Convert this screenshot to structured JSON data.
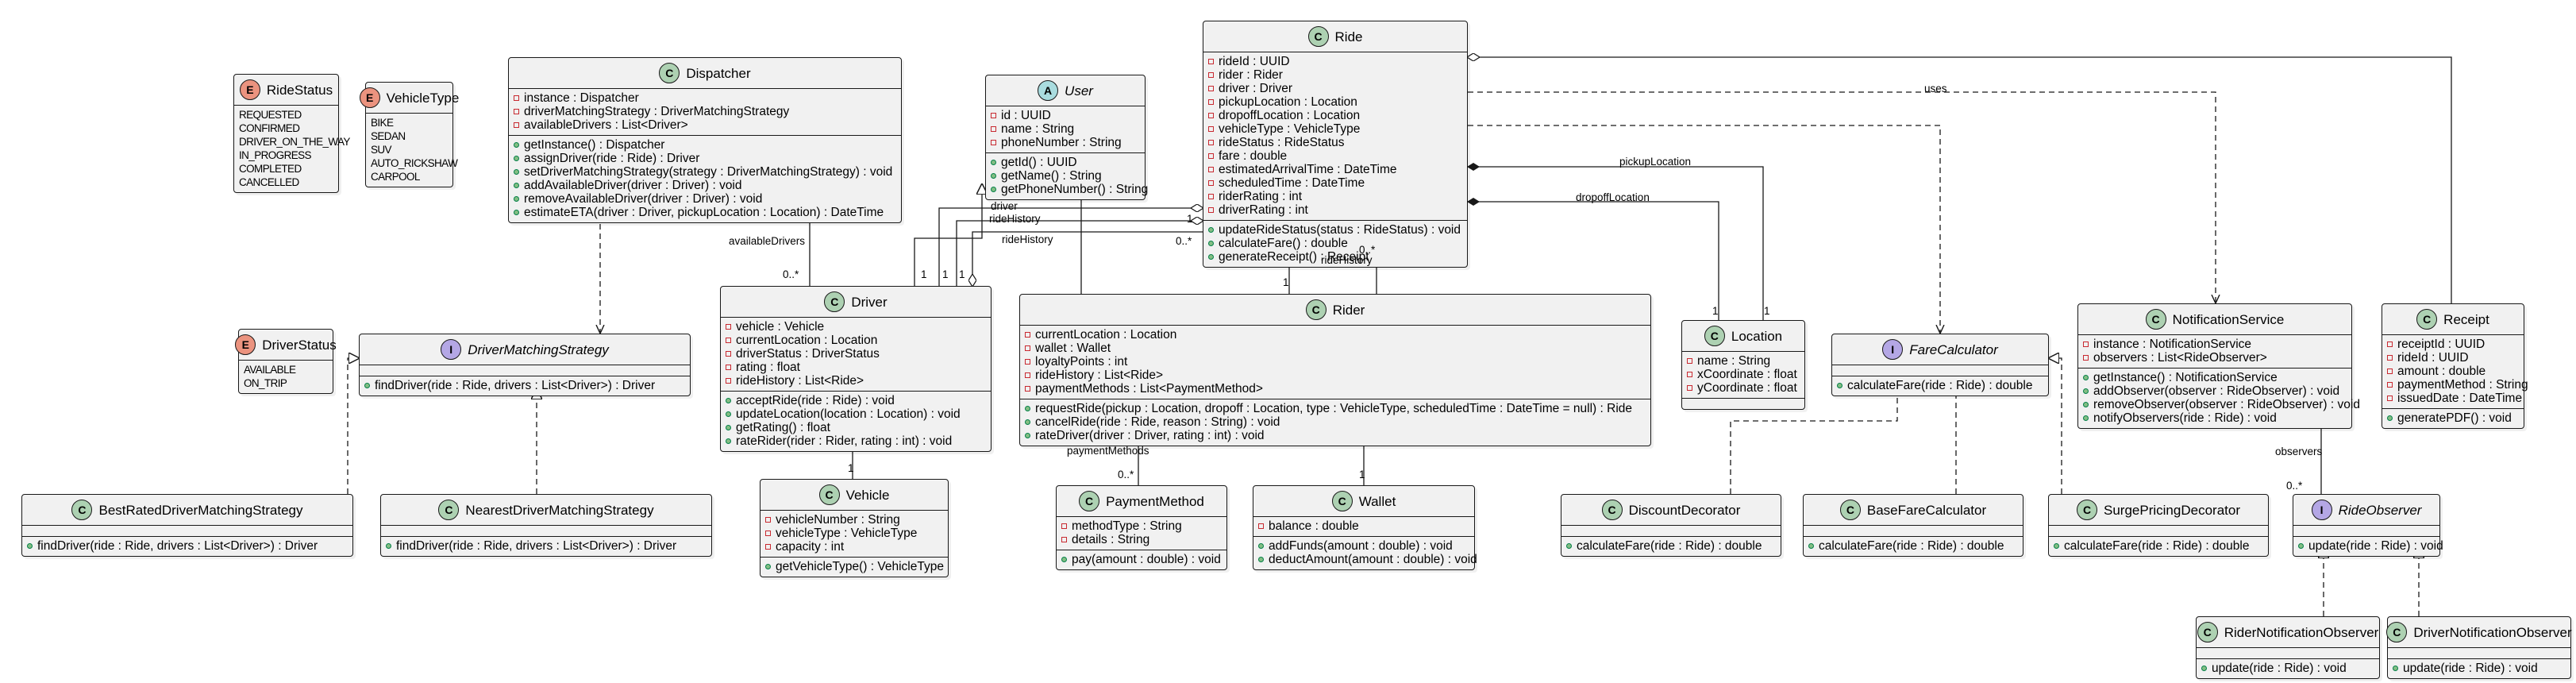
{
  "classes": {
    "ride_status": {
      "kind": "E",
      "name": "RideStatus",
      "members": [
        "REQUESTED",
        "CONFIRMED",
        "DRIVER_ON_THE_WAY",
        "IN_PROGRESS",
        "COMPLETED",
        "CANCELLED"
      ]
    },
    "vehicle_type": {
      "kind": "E",
      "name": "VehicleType",
      "members": [
        "BIKE",
        "SEDAN",
        "SUV",
        "AUTO_RICKSHAW",
        "CARPOOL"
      ]
    },
    "dispatcher": {
      "kind": "C",
      "name": "Dispatcher",
      "attributes": [
        "instance : Dispatcher",
        "driverMatchingStrategy : DriverMatchingStrategy",
        "availableDrivers : List<Driver>"
      ],
      "methods": [
        "getInstance() : Dispatcher",
        "assignDriver(ride : Ride) : Driver",
        "setDriverMatchingStrategy(strategy : DriverMatchingStrategy) : void",
        "addAvailableDriver(driver : Driver) : void",
        "removeAvailableDriver(driver : Driver) : void",
        "estimateETA(driver : Driver, pickupLocation : Location) : DateTime"
      ]
    },
    "user": {
      "kind": "A",
      "name": "User",
      "attributes": [
        "id : UUID",
        "name : String",
        "phoneNumber : String"
      ],
      "methods": [
        "getId() : UUID",
        "getName() : String",
        "getPhoneNumber() : String"
      ]
    },
    "ride": {
      "kind": "C",
      "name": "Ride",
      "attributes": [
        "rideId : UUID",
        "rider : Rider",
        "driver : Driver",
        "pickupLocation : Location",
        "dropoffLocation : Location",
        "vehicleType : VehicleType",
        "rideStatus : RideStatus",
        "fare : double",
        "estimatedArrivalTime : DateTime",
        "scheduledTime : DateTime",
        "riderRating : int",
        "driverRating : int"
      ],
      "methods": [
        "updateRideStatus(status : RideStatus) : void",
        "calculateFare() : double",
        "generateReceipt() : Receipt"
      ]
    },
    "driver_status": {
      "kind": "E",
      "name": "DriverStatus",
      "members": [
        "AVAILABLE",
        "ON_TRIP"
      ]
    },
    "driver_matching_strategy": {
      "kind": "I",
      "name": "DriverMatchingStrategy",
      "attributes": [],
      "methods": [
        "findDriver(ride : Ride, drivers : List<Driver>) : Driver"
      ]
    },
    "driver": {
      "kind": "C",
      "name": "Driver",
      "attributes": [
        "vehicle : Vehicle",
        "currentLocation : Location",
        "driverStatus : DriverStatus",
        "rating : float",
        "rideHistory : List<Ride>"
      ],
      "methods": [
        "acceptRide(ride : Ride) : void",
        "updateLocation(location : Location) : void",
        "getRating() : float",
        "rateRider(rider : Rider, rating : int) : void"
      ]
    },
    "rider": {
      "kind": "C",
      "name": "Rider",
      "attributes": [
        "currentLocation : Location",
        "wallet : Wallet",
        "loyaltyPoints : int",
        "rideHistory : List<Ride>",
        "paymentMethods : List<PaymentMethod>"
      ],
      "methods": [
        "requestRide(pickup : Location, dropoff : Location, type : VehicleType, scheduledTime : DateTime = null) : Ride",
        "cancelRide(ride : Ride, reason : String) : void",
        "rateDriver(driver : Driver, rating : int) : void"
      ]
    },
    "location": {
      "kind": "C",
      "name": "Location",
      "attributes": [
        "name : String",
        "xCoordinate : float",
        "yCoordinate : float"
      ],
      "methods": []
    },
    "fare_calculator": {
      "kind": "I",
      "name": "FareCalculator",
      "attributes": [],
      "methods": [
        "calculateFare(ride : Ride) : double"
      ]
    },
    "notification_service": {
      "kind": "C",
      "name": "NotificationService",
      "attributes": [
        "instance : NotificationService",
        "observers : List<RideObserver>"
      ],
      "methods": [
        "getInstance() : NotificationService",
        "addObserver(observer : RideObserver) : void",
        "removeObserver(observer : RideObserver) : void",
        "notifyObservers(ride : Ride) : void"
      ]
    },
    "receipt": {
      "kind": "C",
      "name": "Receipt",
      "attributes": [
        "receiptId : UUID",
        "rideId : UUID",
        "amount : double",
        "paymentMethod : String",
        "issuedDate : DateTime"
      ],
      "methods": [
        "generatePDF() : void"
      ]
    },
    "best_rated": {
      "kind": "C",
      "name": "BestRatedDriverMatchingStrategy",
      "attributes": [],
      "methods": [
        "findDriver(ride : Ride, drivers : List<Driver>) : Driver"
      ]
    },
    "nearest": {
      "kind": "C",
      "name": "NearestDriverMatchingStrategy",
      "attributes": [],
      "methods": [
        "findDriver(ride : Ride, drivers : List<Driver>) : Driver"
      ]
    },
    "vehicle": {
      "kind": "C",
      "name": "Vehicle",
      "attributes": [
        "vehicleNumber : String",
        "vehicleType : VehicleType",
        "capacity : int"
      ],
      "methods": [
        "getVehicleType() : VehicleType"
      ]
    },
    "payment_method": {
      "kind": "C",
      "name": "PaymentMethod",
      "attributes": [
        "methodType : String",
        "details : String"
      ],
      "methods": [
        "pay(amount : double) : void"
      ]
    },
    "wallet": {
      "kind": "C",
      "name": "Wallet",
      "attributes": [
        "balance : double"
      ],
      "methods": [
        "addFunds(amount : double) : void",
        "deductAmount(amount : double) : void"
      ]
    },
    "discount_decorator": {
      "kind": "C",
      "name": "DiscountDecorator",
      "attributes": [],
      "methods": [
        "calculateFare(ride : Ride) : double"
      ]
    },
    "base_fare_calculator": {
      "kind": "C",
      "name": "BaseFareCalculator",
      "attributes": [],
      "methods": [
        "calculateFare(ride : Ride) : double"
      ]
    },
    "surge_pricing_decorator": {
      "kind": "C",
      "name": "SurgePricingDecorator",
      "attributes": [],
      "methods": [
        "calculateFare(ride : Ride) : double"
      ]
    },
    "ride_observer": {
      "kind": "I",
      "name": "RideObserver",
      "attributes": [],
      "methods": [
        "update(ride : Ride) : void"
      ]
    },
    "rider_notification_observer": {
      "kind": "C",
      "name": "RiderNotificationObserver",
      "attributes": [],
      "methods": [
        "update(ride : Ride) : void"
      ]
    },
    "driver_notification_observer": {
      "kind": "C",
      "name": "DriverNotificationObserver",
      "attributes": [],
      "methods": [
        "update(ride : Ride) : void"
      ]
    }
  },
  "labels": {
    "available_drivers": "availableDrivers",
    "mult_0_many_a": "0..*",
    "driver_role": "driver",
    "ride_history_a": "rideHistory",
    "ride_history_b": "rideHistory",
    "ride_history_c": "rideHistory",
    "mult_1_a": "1",
    "mult_1_b": "1",
    "mult_1_c": "1",
    "mult_1_d": "1",
    "mult_0_many_b": "0..*",
    "mult_0_many_c": "0..*",
    "mult_1_e": "1",
    "uses": "uses",
    "pickup_location": "pickupLocation",
    "dropoff_location": "dropoffLocation",
    "mult_1_f": "1",
    "mult_1_g": "1",
    "mult_1_h": "1",
    "payment_methods": "paymentMethods",
    "mult_0_many_d": "0..*",
    "mult_1_i": "1",
    "observers": "observers",
    "mult_0_many_e": "0..*"
  }
}
